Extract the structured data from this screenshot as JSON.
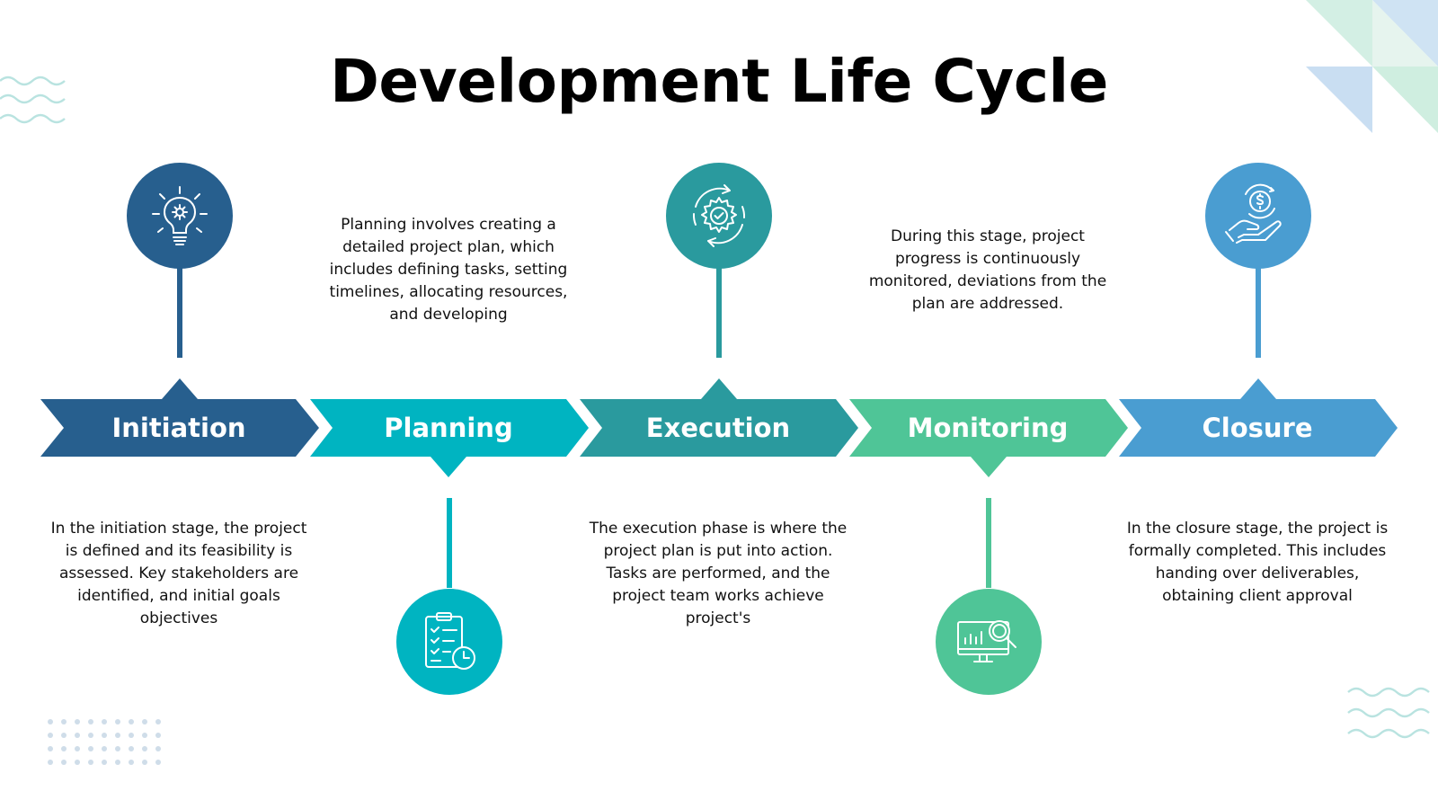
{
  "title": "Development Life Cycle",
  "colors": {
    "initiation": "#275f8e",
    "planning": "#00b4c1",
    "execution": "#2a9a9e",
    "monitoring": "#4fc597",
    "closure": "#4a9dd1"
  },
  "stages": [
    {
      "label": "Initiation",
      "icon": "lightbulb-gear-icon",
      "description": "In the initiation stage, the project is defined and its feasibility is assessed. Key stakeholders are identified, and initial goals objectives"
    },
    {
      "label": "Planning",
      "icon": "checklist-clock-icon",
      "description": "Planning involves creating a detailed project plan, which includes defining tasks, setting timelines, allocating resources, and developing"
    },
    {
      "label": "Execution",
      "icon": "gear-check-cycle-icon",
      "description": "The execution phase is where the project plan is put into action. Tasks are performed, and the project team works achieve project's"
    },
    {
      "label": "Monitoring",
      "icon": "monitor-chart-search-icon",
      "description": "During this stage, project progress is continuously monitored, deviations from the plan are addressed."
    },
    {
      "label": "Closure",
      "icon": "hand-dollar-coin-icon",
      "description": "In the closure stage, the project is formally completed. This includes handing over deliverables, obtaining client approval"
    }
  ]
}
